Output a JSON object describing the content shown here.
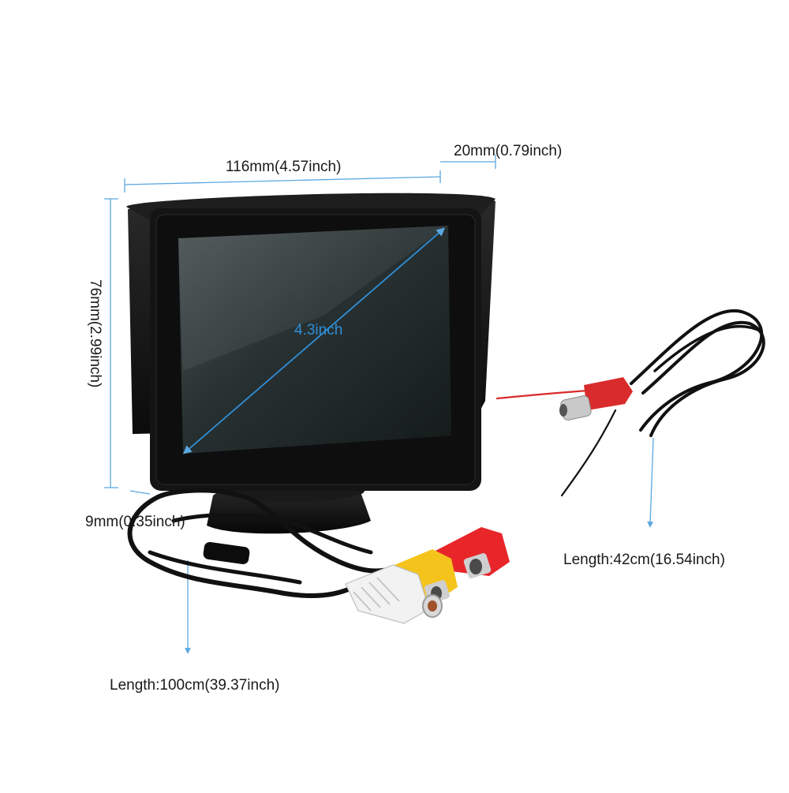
{
  "dimensions": {
    "width": "116mm(4.57inch)",
    "depth": "20mm(0.79inch)",
    "height": "76mm(2.99inch)",
    "base": "9mm(0.35inch)",
    "diagonal": "4.3inch"
  },
  "cables": {
    "av_cable": "Length:100cm(39.37inch)",
    "power_cable": "Length:42cm(16.54inch)"
  },
  "colors": {
    "dimension_line": "#5aa7e0",
    "screen_glare": "#2f8fd8",
    "monitor_body": "#151515",
    "rca_red": "#e8262a",
    "rca_yellow": "#f4c41d",
    "rca_white": "#f2f2f2"
  }
}
